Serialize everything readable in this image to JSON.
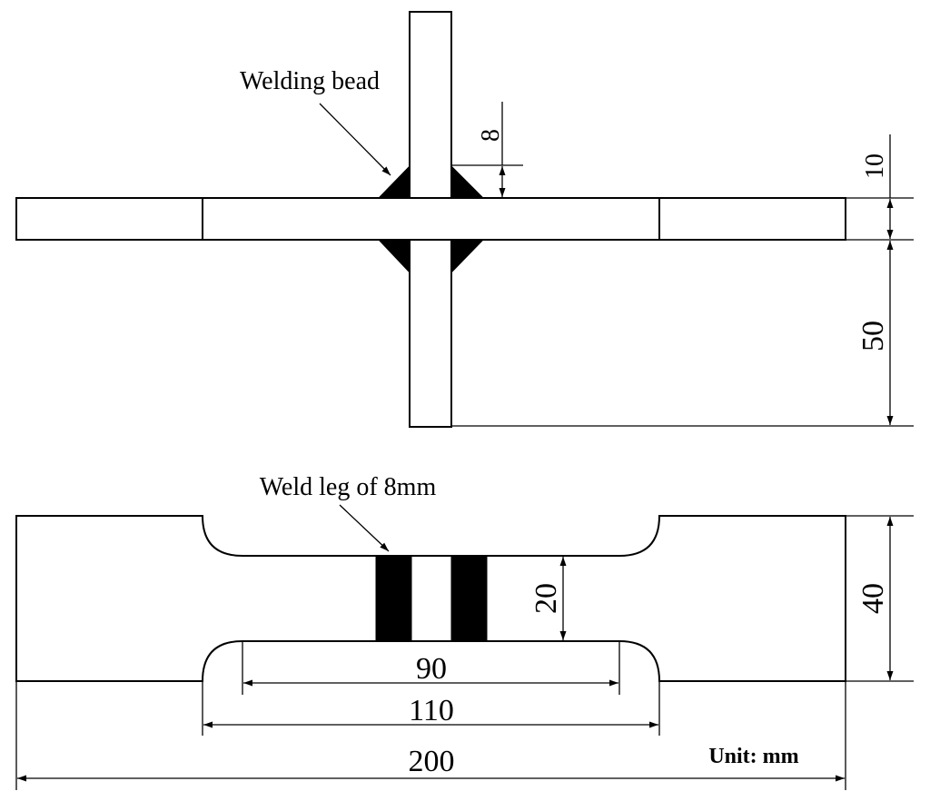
{
  "diagram": {
    "top_view": {
      "annotation": "Welding bead",
      "dim_weld_leg": "8",
      "dim_plate_thickness": "10",
      "dim_attachment_height": "50"
    },
    "bottom_view": {
      "annotation": "Weld leg of 8mm",
      "dim_gauge_width": "20",
      "dim_grip_width": "40",
      "dim_parallel_length": "90",
      "dim_reduced_length": "110",
      "dim_total_length": "200"
    },
    "unit_note": "Unit: mm"
  }
}
